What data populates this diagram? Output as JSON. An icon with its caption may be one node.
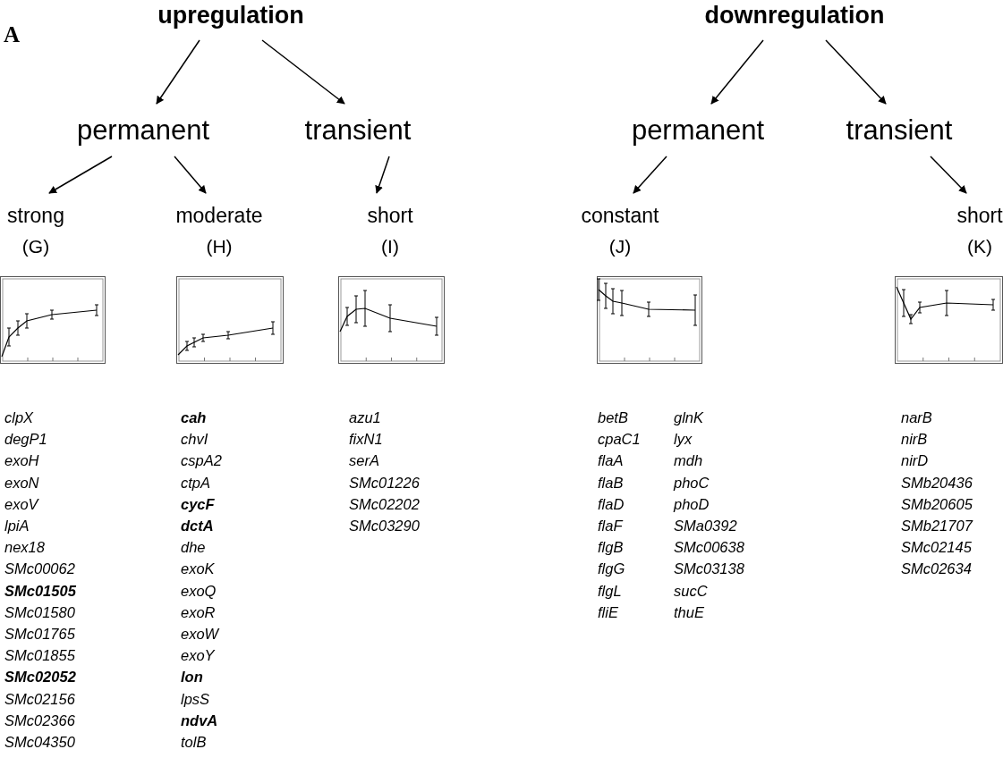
{
  "diagram": {
    "nodes": [
      {
        "text": [
          "upregulation"
        ]
      },
      {
        "text": [
          "downregulation"
        ]
      },
      {
        "text": [
          "permanent"
        ]
      },
      {
        "text": [
          "transient"
        ]
      },
      {
        "text": [
          "permanent"
        ]
      },
      {
        "text": [
          "transient"
        ]
      },
      {
        "text": [
          "strong",
          "(G)"
        ],
        "beside": [
          "clpX",
          "degP1",
          "exoH",
          "exoN",
          "exoV",
          "lpiA",
          "nex18",
          "SMc00062",
          "**SMc01505**",
          "SMc01580",
          "SMc01765",
          "SMc01855",
          "**SMc02052**",
          "SMc02156",
          "SMc02366",
          "SMc04350"
        ]
      },
      {
        "text": [
          "moderate",
          "(H)"
        ],
        "beside": [
          "**cah**",
          "chvI",
          "cspA2",
          "ctpA",
          "**cycF**",
          "**dctA**",
          "dhe",
          "exoK",
          "exoQ",
          "exoR",
          "exoW",
          "exoY",
          "**lon**",
          "lpsS",
          "**ndvA**",
          "tolB"
        ]
      },
      {
        "text": [
          "short",
          "(I)"
        ],
        "beside": [
          "azu1",
          "fixN1",
          "serA",
          "SMc01226",
          "SMc02202",
          "SMc03290"
        ]
      },
      {
        "text": [
          "constant",
          "(J)"
        ],
        "beside": [
          "betB",
          "cpaC1",
          "flaA",
          "flaB",
          "flaD",
          "flaF",
          "flgB",
          "flgG",
          "flgL",
          "fliE",
          "glnK",
          "lyx",
          "mdh",
          "phoC",
          "phoD",
          "SMa0392",
          "SMc00638",
          "SMc03138",
          "sucC",
          "thuE"
        ]
      },
      {
        "text": [
          "short",
          "(K)"
        ],
        "beside": [
          "narB",
          "nirB",
          "nirD",
          "SMb20436",
          "SMb20605",
          "SMb21707",
          "SMc02145",
          "SMc02634"
        ]
      }
    ],
    "edges": [
      {
        "from": 0,
        "to": 2,
        "arrow": "to"
      },
      {
        "from": 0,
        "to": 3,
        "arrow": "to"
      },
      {
        "from": 2,
        "to": 6,
        "arrow": "to"
      },
      {
        "from": 2,
        "to": 7,
        "arrow": "to"
      },
      {
        "from": 3,
        "to": 8,
        "arrow": "to"
      },
      {
        "from": 1,
        "to": 4,
        "arrow": "to"
      },
      {
        "from": 1,
        "to": 5,
        "arrow": "to"
      },
      {
        "from": 4,
        "to": 9,
        "arrow": "to"
      },
      {
        "from": 5,
        "to": 10,
        "arrow": "to"
      }
    ],
    "labels": [
      "A"
    ]
  }
}
